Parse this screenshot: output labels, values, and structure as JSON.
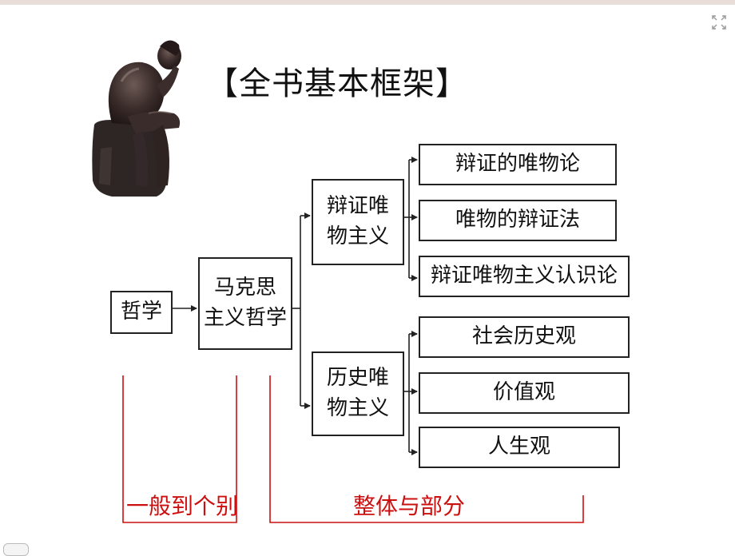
{
  "title": "【全书基本框架】",
  "nodes": {
    "philosophy": "哲学",
    "marxist_line1": "马克思",
    "marxist_line2": "主义哲学",
    "dialectical_line1": "辩证唯",
    "dialectical_line2": "物主义",
    "historical_line1": "历史唯",
    "historical_line2": "物主义"
  },
  "dialectical_items": [
    "辩证的唯物论",
    "唯物的辩证法",
    "辩证唯物主义认识论"
  ],
  "historical_items": [
    "社会历史观",
    "价值观",
    "人生观"
  ],
  "brackets": {
    "general_to_individual": "一般到个别",
    "whole_and_part": "整体与部分"
  },
  "colors": {
    "bracket_red": "#cc1010",
    "line": "#222222"
  },
  "icons": {
    "expand": "expand-icon",
    "statue": "thinker-statue-image"
  }
}
